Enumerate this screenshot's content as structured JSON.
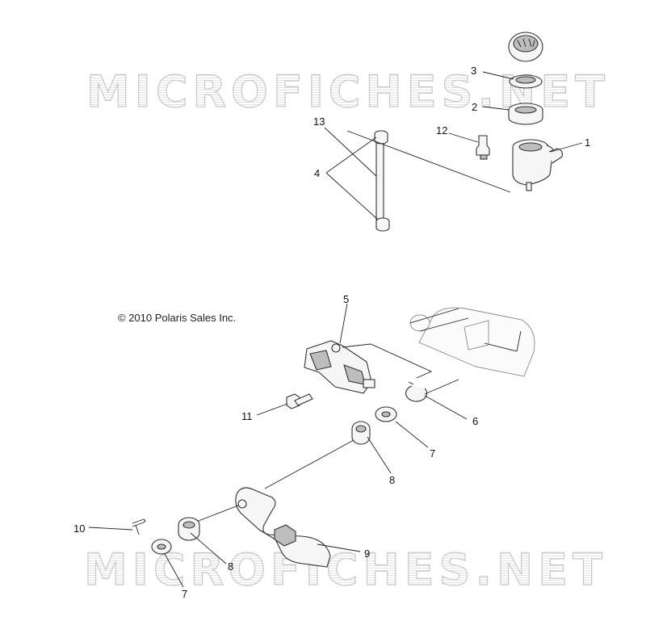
{
  "watermark": {
    "text": "MICROFICHES.NET"
  },
  "copyright": "© 2010 Polaris Sales Inc.",
  "callouts": [
    {
      "id": "c1",
      "label": "1"
    },
    {
      "id": "c2",
      "label": "2"
    },
    {
      "id": "c3",
      "label": "3"
    },
    {
      "id": "c4",
      "label": "4"
    },
    {
      "id": "c5",
      "label": "5"
    },
    {
      "id": "c6",
      "label": "6"
    },
    {
      "id": "c7a",
      "label": "7"
    },
    {
      "id": "c7b",
      "label": "7"
    },
    {
      "id": "c8a",
      "label": "8"
    },
    {
      "id": "c8b",
      "label": "8"
    },
    {
      "id": "c9",
      "label": "9"
    },
    {
      "id": "c10",
      "label": "10"
    },
    {
      "id": "c11",
      "label": "11"
    },
    {
      "id": "c12",
      "label": "12"
    },
    {
      "id": "c13",
      "label": "13"
    }
  ]
}
